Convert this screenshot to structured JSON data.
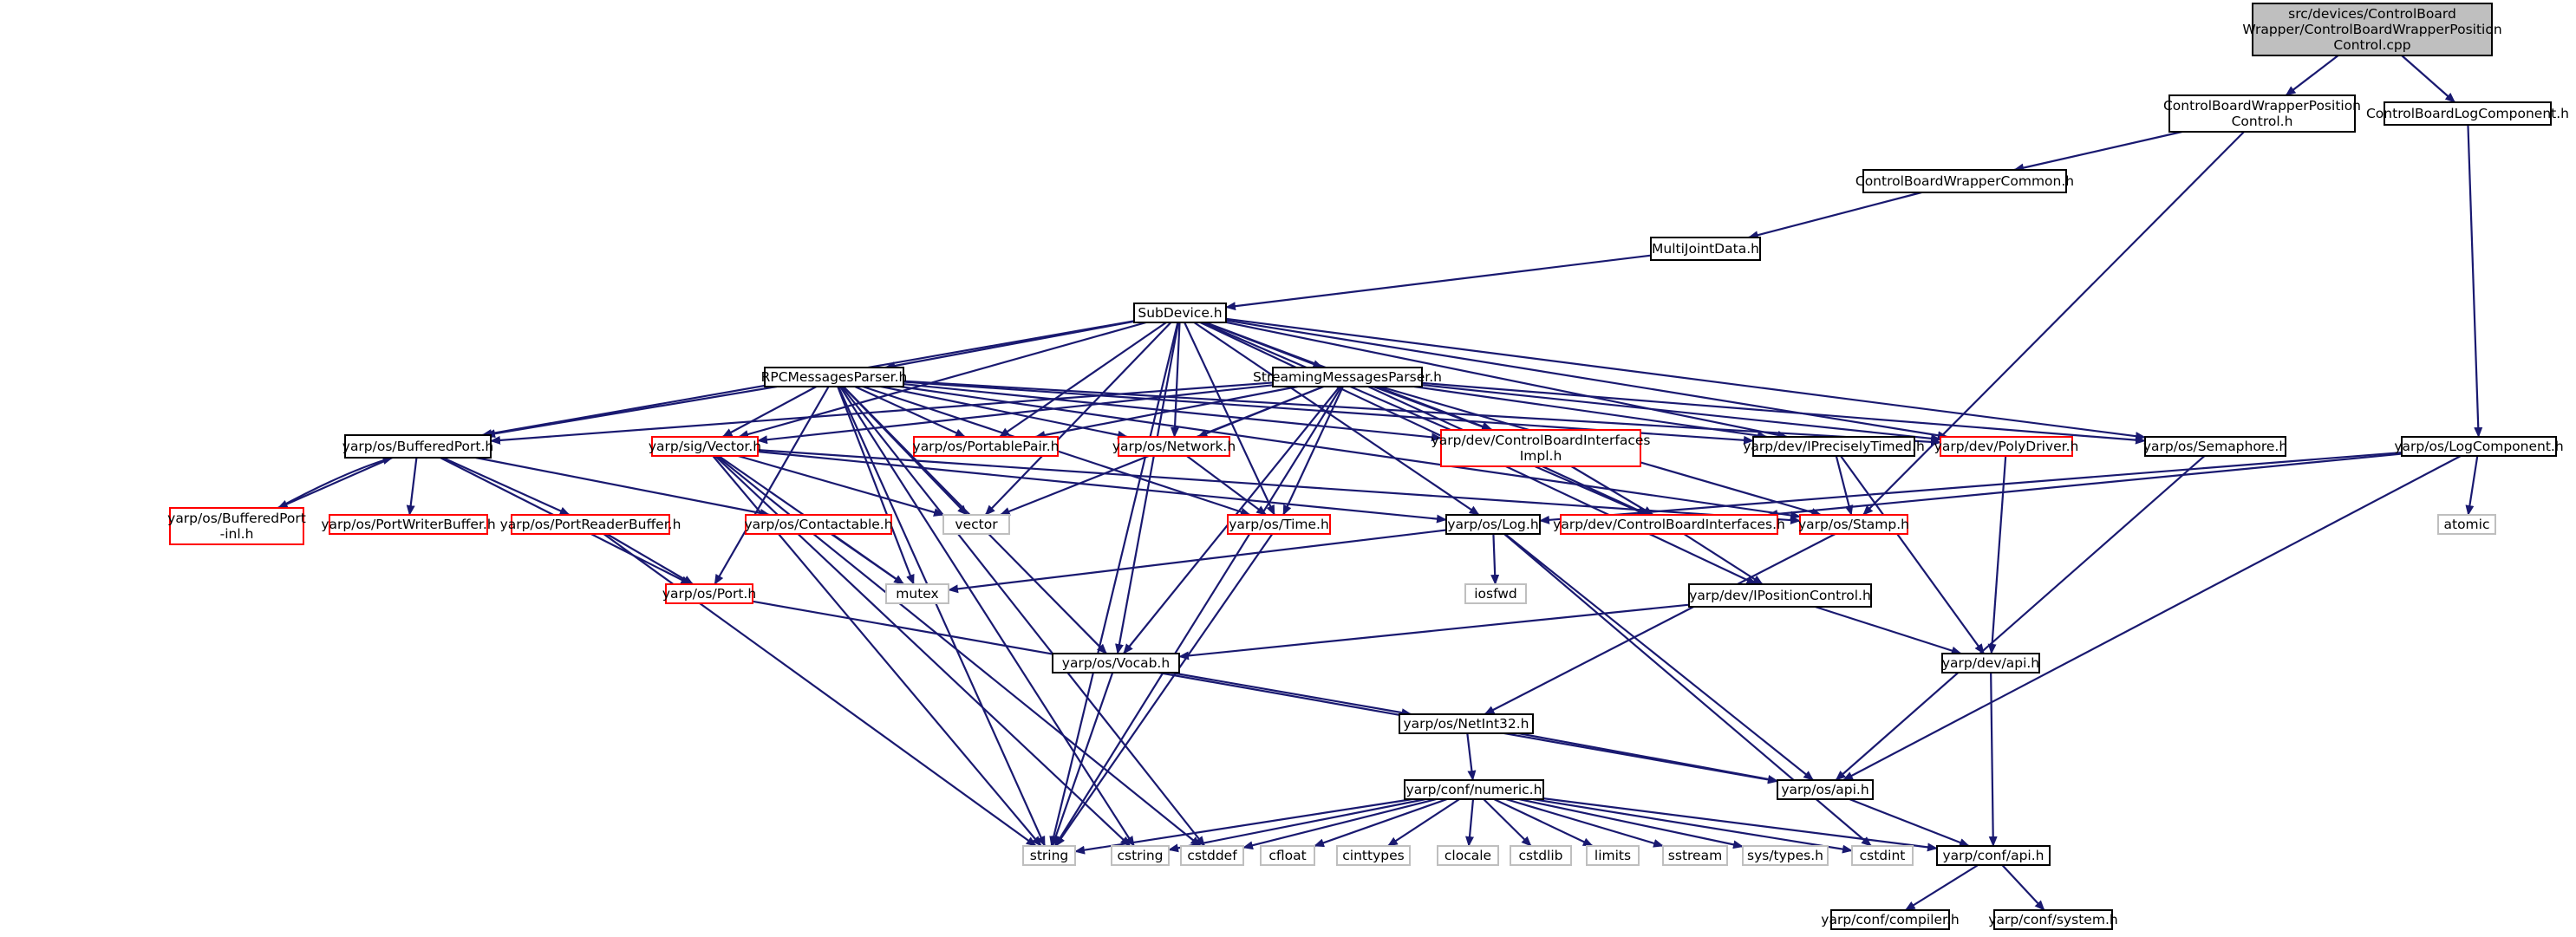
{
  "colors": {
    "edge": "#191970",
    "documented": "#000000",
    "undocumented": "#ff0000",
    "system": "#bfbfbf",
    "root_fill": "#bfbfbf"
  },
  "nodes": [
    {
      "id": "root",
      "kind": "root",
      "lines": [
        "src/devices/ControlBoard",
        "Wrapper/ControlBoardWrapperPosition",
        "Control.cpp"
      ]
    },
    {
      "id": "cbwpc",
      "kind": "ok",
      "lines": [
        "ControlBoardWrapperPosition",
        "Control.h"
      ]
    },
    {
      "id": "cblc",
      "kind": "ok",
      "lines": [
        "ControlBoardLogComponent.h"
      ]
    },
    {
      "id": "cbwc",
      "kind": "ok",
      "lines": [
        "ControlBoardWrapperCommon.h"
      ]
    },
    {
      "id": "mjd",
      "kind": "ok",
      "lines": [
        "MultiJointData.h"
      ]
    },
    {
      "id": "subdev",
      "kind": "ok",
      "lines": [
        "SubDevice.h"
      ]
    },
    {
      "id": "rpc",
      "kind": "ok",
      "lines": [
        "RPCMessagesParser.h"
      ]
    },
    {
      "id": "smp",
      "kind": "ok",
      "lines": [
        "StreamingMessagesParser.h"
      ]
    },
    {
      "id": "bport",
      "kind": "ok",
      "lines": [
        "yarp/os/BufferedPort.h"
      ]
    },
    {
      "id": "svec",
      "kind": "red",
      "lines": [
        "yarp/sig/Vector.h"
      ]
    },
    {
      "id": "ppair",
      "kind": "red",
      "lines": [
        "yarp/os/PortablePair.h"
      ]
    },
    {
      "id": "net",
      "kind": "red",
      "lines": [
        "yarp/os/Network.h"
      ]
    },
    {
      "id": "cbii",
      "kind": "red",
      "lines": [
        "yarp/dev/ControlBoardInterfaces",
        "Impl.h"
      ]
    },
    {
      "id": "ipt",
      "kind": "ok",
      "lines": [
        "yarp/dev/IPreciselyTimed.h"
      ]
    },
    {
      "id": "pdrv",
      "kind": "red",
      "lines": [
        "yarp/dev/PolyDriver.h"
      ]
    },
    {
      "id": "sema",
      "kind": "ok",
      "lines": [
        "yarp/os/Semaphore.h"
      ]
    },
    {
      "id": "olc",
      "kind": "ok",
      "lines": [
        "yarp/os/LogComponent.h"
      ]
    },
    {
      "id": "bpinl",
      "kind": "red",
      "lines": [
        "yarp/os/BufferedPort",
        "-inl.h"
      ]
    },
    {
      "id": "pwb",
      "kind": "red",
      "lines": [
        "yarp/os/PortWriterBuffer.h"
      ]
    },
    {
      "id": "prb",
      "kind": "red",
      "lines": [
        "yarp/os/PortReaderBuffer.h"
      ]
    },
    {
      "id": "cont",
      "kind": "red",
      "lines": [
        "yarp/os/Contactable.h"
      ]
    },
    {
      "id": "vector",
      "kind": "sys",
      "lines": [
        "vector"
      ]
    },
    {
      "id": "time",
      "kind": "red",
      "lines": [
        "yarp/os/Time.h"
      ]
    },
    {
      "id": "log",
      "kind": "ok",
      "lines": [
        "yarp/os/Log.h"
      ]
    },
    {
      "id": "cbi",
      "kind": "red",
      "lines": [
        "yarp/dev/ControlBoardInterfaces.h"
      ]
    },
    {
      "id": "stamp",
      "kind": "red",
      "lines": [
        "yarp/os/Stamp.h"
      ]
    },
    {
      "id": "atomic",
      "kind": "sys",
      "lines": [
        "atomic"
      ]
    },
    {
      "id": "mutex",
      "kind": "sys",
      "lines": [
        "mutex"
      ]
    },
    {
      "id": "port",
      "kind": "red",
      "lines": [
        "yarp/os/Port.h"
      ]
    },
    {
      "id": "iosfwd",
      "kind": "sys",
      "lines": [
        "iosfwd"
      ]
    },
    {
      "id": "ipc",
      "kind": "ok",
      "lines": [
        "yarp/dev/IPositionControl.h"
      ]
    },
    {
      "id": "vocab",
      "kind": "ok",
      "lines": [
        "yarp/os/Vocab.h"
      ]
    },
    {
      "id": "devapi",
      "kind": "ok",
      "lines": [
        "yarp/dev/api.h"
      ]
    },
    {
      "id": "ni32",
      "kind": "ok",
      "lines": [
        "yarp/os/NetInt32.h"
      ]
    },
    {
      "id": "numeric",
      "kind": "ok",
      "lines": [
        "yarp/conf/numeric.h"
      ]
    },
    {
      "id": "osapi",
      "kind": "ok",
      "lines": [
        "yarp/os/api.h"
      ]
    },
    {
      "id": "string",
      "kind": "sys",
      "lines": [
        "string"
      ]
    },
    {
      "id": "cstring",
      "kind": "sys",
      "lines": [
        "cstring"
      ]
    },
    {
      "id": "cstddef",
      "kind": "sys",
      "lines": [
        "cstddef"
      ]
    },
    {
      "id": "cfloat",
      "kind": "sys",
      "lines": [
        "cfloat"
      ]
    },
    {
      "id": "cinttypes",
      "kind": "sys",
      "lines": [
        "cinttypes"
      ]
    },
    {
      "id": "clocale",
      "kind": "sys",
      "lines": [
        "clocale"
      ]
    },
    {
      "id": "cstdlib",
      "kind": "sys",
      "lines": [
        "cstdlib"
      ]
    },
    {
      "id": "limits",
      "kind": "sys",
      "lines": [
        "limits"
      ]
    },
    {
      "id": "sstream",
      "kind": "sys",
      "lines": [
        "sstream"
      ]
    },
    {
      "id": "systypes",
      "kind": "sys",
      "lines": [
        "sys/types.h"
      ]
    },
    {
      "id": "cstdint",
      "kind": "sys",
      "lines": [
        "cstdint"
      ]
    },
    {
      "id": "confapi",
      "kind": "ok",
      "lines": [
        "yarp/conf/api.h"
      ]
    },
    {
      "id": "compiler",
      "kind": "ok",
      "lines": [
        "yarp/conf/compiler.h"
      ]
    },
    {
      "id": "system",
      "kind": "ok",
      "lines": [
        "yarp/conf/system.h"
      ]
    }
  ],
  "edges": [
    [
      "root",
      "cbwpc"
    ],
    [
      "root",
      "cblc"
    ],
    [
      "cbwpc",
      "cbwc"
    ],
    [
      "cbwpc",
      "stamp"
    ],
    [
      "cbwc",
      "mjd"
    ],
    [
      "mjd",
      "subdev"
    ],
    [
      "cblc",
      "olc"
    ],
    [
      "subdev",
      "rpc"
    ],
    [
      "subdev",
      "smp"
    ],
    [
      "subdev",
      "bport"
    ],
    [
      "subdev",
      "svec"
    ],
    [
      "subdev",
      "ppair"
    ],
    [
      "subdev",
      "net"
    ],
    [
      "subdev",
      "cbii"
    ],
    [
      "subdev",
      "ipt"
    ],
    [
      "subdev",
      "pdrv"
    ],
    [
      "subdev",
      "sema"
    ],
    [
      "subdev",
      "vector"
    ],
    [
      "subdev",
      "time"
    ],
    [
      "subdev",
      "cbi"
    ],
    [
      "subdev",
      "vocab"
    ],
    [
      "subdev",
      "string"
    ],
    [
      "subdev",
      "log"
    ],
    [
      "subdev",
      "ipc"
    ],
    [
      "rpc",
      "bport"
    ],
    [
      "rpc",
      "svec"
    ],
    [
      "rpc",
      "ppair"
    ],
    [
      "rpc",
      "net"
    ],
    [
      "rpc",
      "cbii"
    ],
    [
      "rpc",
      "ipt"
    ],
    [
      "rpc",
      "pdrv"
    ],
    [
      "rpc",
      "vector"
    ],
    [
      "rpc",
      "time"
    ],
    [
      "rpc",
      "stamp"
    ],
    [
      "rpc",
      "vocab"
    ],
    [
      "rpc",
      "string"
    ],
    [
      "rpc",
      "cstring"
    ],
    [
      "rpc",
      "cstddef"
    ],
    [
      "rpc",
      "mutex"
    ],
    [
      "rpc",
      "port"
    ],
    [
      "smp",
      "bport"
    ],
    [
      "smp",
      "svec"
    ],
    [
      "smp",
      "ppair"
    ],
    [
      "smp",
      "net"
    ],
    [
      "smp",
      "cbii"
    ],
    [
      "smp",
      "ipt"
    ],
    [
      "smp",
      "pdrv"
    ],
    [
      "smp",
      "sema"
    ],
    [
      "smp",
      "vector"
    ],
    [
      "smp",
      "time"
    ],
    [
      "smp",
      "cbi"
    ],
    [
      "smp",
      "stamp"
    ],
    [
      "smp",
      "vocab"
    ],
    [
      "smp",
      "string"
    ],
    [
      "bport",
      "bpinl"
    ],
    [
      "bpinl",
      "bport"
    ],
    [
      "bport",
      "pwb"
    ],
    [
      "bport",
      "prb"
    ],
    [
      "bport",
      "cont"
    ],
    [
      "bport",
      "port"
    ],
    [
      "svec",
      "vector"
    ],
    [
      "svec",
      "log"
    ],
    [
      "svec",
      "stamp"
    ],
    [
      "svec",
      "cstring"
    ],
    [
      "svec",
      "cstddef"
    ],
    [
      "svec",
      "mutex"
    ],
    [
      "svec",
      "string"
    ],
    [
      "net",
      "time"
    ],
    [
      "cbii",
      "cbi"
    ],
    [
      "ipt",
      "stamp"
    ],
    [
      "ipt",
      "devapi"
    ],
    [
      "pdrv",
      "devapi"
    ],
    [
      "sema",
      "osapi"
    ],
    [
      "olc",
      "log"
    ],
    [
      "olc",
      "atomic"
    ],
    [
      "olc",
      "osapi"
    ],
    [
      "olc",
      "cbi"
    ],
    [
      "prb",
      "port"
    ],
    [
      "prb",
      "string"
    ],
    [
      "cont",
      "mutex"
    ],
    [
      "port",
      "osapi"
    ],
    [
      "time",
      "string"
    ],
    [
      "log",
      "mutex"
    ],
    [
      "log",
      "iosfwd"
    ],
    [
      "log",
      "osapi"
    ],
    [
      "log",
      "cstdint"
    ],
    [
      "cbi",
      "ipc"
    ],
    [
      "stamp",
      "ni32"
    ],
    [
      "ipc",
      "vocab"
    ],
    [
      "ipc",
      "devapi"
    ],
    [
      "vocab",
      "ni32"
    ],
    [
      "vocab",
      "string"
    ],
    [
      "devapi",
      "confapi"
    ],
    [
      "ni32",
      "numeric"
    ],
    [
      "ni32",
      "osapi"
    ],
    [
      "osapi",
      "confapi"
    ],
    [
      "numeric",
      "string"
    ],
    [
      "numeric",
      "cstring"
    ],
    [
      "numeric",
      "cstddef"
    ],
    [
      "numeric",
      "cfloat"
    ],
    [
      "numeric",
      "cinttypes"
    ],
    [
      "numeric",
      "clocale"
    ],
    [
      "numeric",
      "cstdlib"
    ],
    [
      "numeric",
      "limits"
    ],
    [
      "numeric",
      "sstream"
    ],
    [
      "numeric",
      "systypes"
    ],
    [
      "numeric",
      "cstdint"
    ],
    [
      "numeric",
      "confapi"
    ],
    [
      "confapi",
      "compiler"
    ],
    [
      "confapi",
      "system"
    ]
  ]
}
